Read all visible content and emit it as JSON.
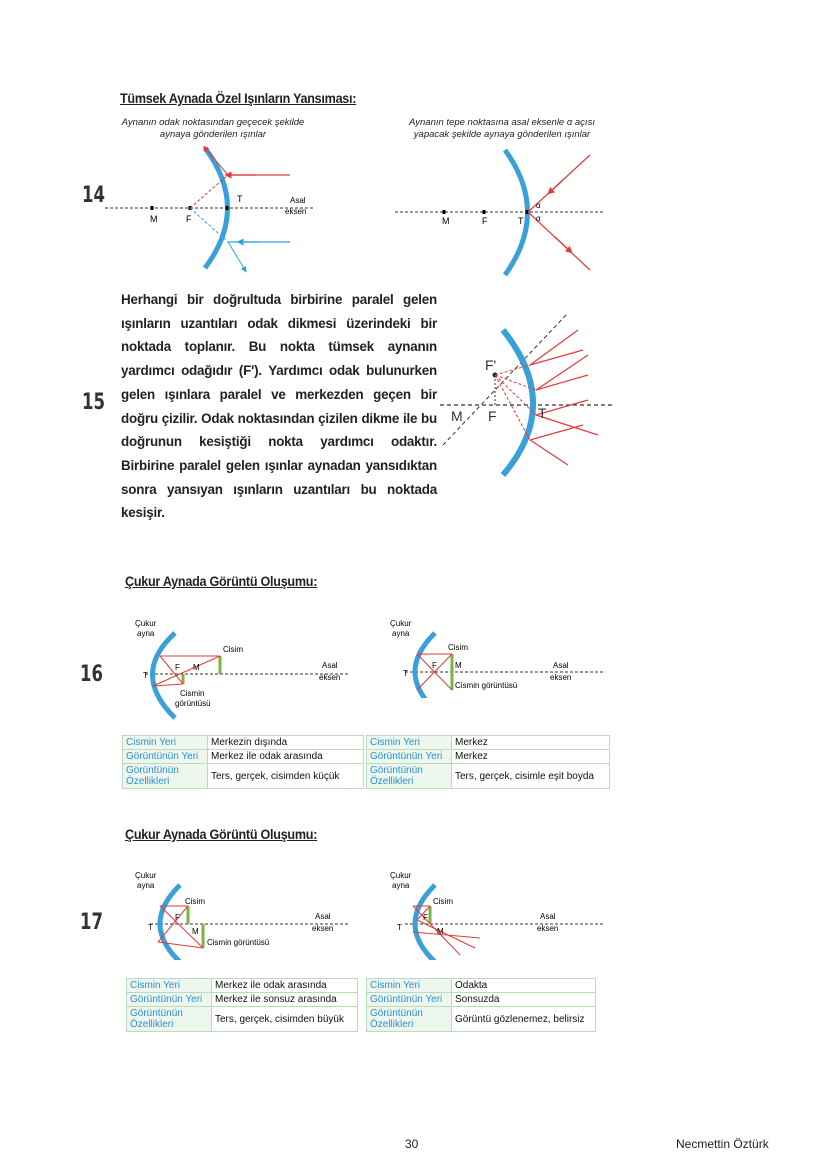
{
  "sections": {
    "convex_title": "Tümsek Aynada Özel Işınların Yansıması:",
    "concave_title_1": "Çukur Aynada Görüntü Oluşumu:",
    "concave_title_2": "Çukur Aynada Görüntü Oluşumu:"
  },
  "q14": {
    "number": "14",
    "caption_left": "Aynanın odak noktasından geçecek şekilde aynaya gönderilen ışınlar",
    "caption_right": "Aynanın tepe noktasına asal eksenle α açısı yapacak şekilde aynaya gönderilen ışınlar"
  },
  "q15": {
    "number": "15",
    "paragraph": "Herhangi bir doğrultuda birbirine paralel gelen ışınların uzantıları odak dikmesi üzerindeki bir noktada toplanır. Bu nokta tümsek aynanın yardımcı odağıdır (F'). Yardımcı odak bulunurken gelen ışınlara paralel ve merkezden geçen bir doğru çizilir. Odak noktasından çizilen dikme ile bu doğrunun kesiştiği nokta yardımcı odaktır. Birbirine paralel gelen ışınlar aynadan yansıdıktan sonra yansıyan ışınların uzantıları bu noktada kesişir."
  },
  "labels": {
    "M": "M",
    "F": "F",
    "T": "T",
    "Fp": "F'",
    "asal": "Asal",
    "eksen": "eksen",
    "alpha": "α",
    "cukur": "Çukur",
    "ayna": "ayna",
    "cisim": "Cisim",
    "cismin": "Cismin",
    "goruntusu": "görüntüsü",
    "cismin_goruntusu": "Cismin görüntüsü"
  },
  "q16": {
    "number": "16"
  },
  "q17": {
    "number": "17"
  },
  "tables": {
    "t16a": [
      {
        "k": "Cismin Yeri",
        "v": "Merkezin dışında"
      },
      {
        "k": "Görüntünün Yeri",
        "v": "Merkez ile odak arasında"
      },
      {
        "k": "Görüntünün Özellikleri",
        "v": "Ters, gerçek, cisimden küçük"
      }
    ],
    "t16b": [
      {
        "k": "Cismin Yeri",
        "v": "Merkez"
      },
      {
        "k": "Görüntünün Yeri",
        "v": "Merkez"
      },
      {
        "k": "Görüntünün Özellikleri",
        "v": "Ters, gerçek, cisimle eşit boyda"
      }
    ],
    "t17a": [
      {
        "k": "Cismin Yeri",
        "v": "Merkez ile odak arasında"
      },
      {
        "k": "Görüntünün Yeri",
        "v": "Merkez ile sonsuz arasında"
      },
      {
        "k": "Görüntünün Özellikleri",
        "v": "Ters, gerçek, cisimden büyük"
      }
    ],
    "t17b": [
      {
        "k": "Cismin Yeri",
        "v": "Odakta"
      },
      {
        "k": "Görüntünün Yeri",
        "v": "Sonsuzda"
      },
      {
        "k": "Görüntünün Özellikleri",
        "v": "Görüntü gözlenemez, belirsiz"
      }
    ]
  },
  "footer": {
    "page": "30",
    "author": "Necmettin Öztürk"
  }
}
